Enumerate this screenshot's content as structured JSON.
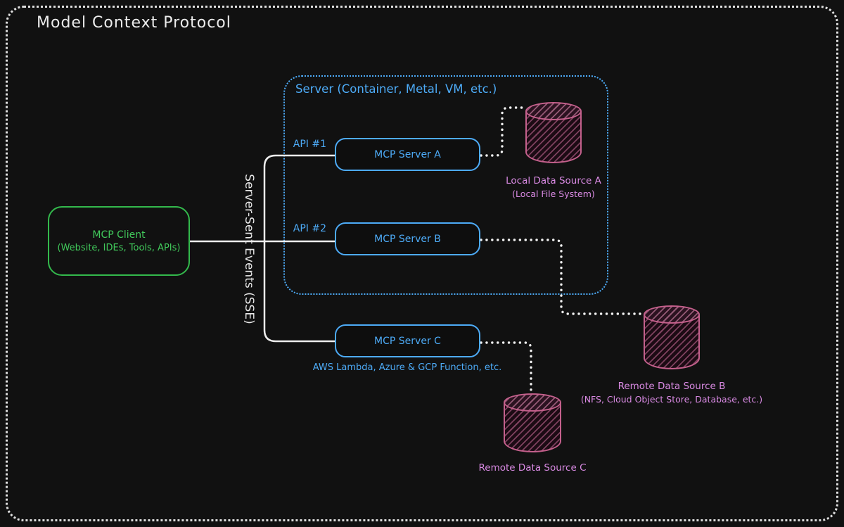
{
  "title": "Model Context Protocol",
  "client": {
    "name": "MCP Client",
    "subtitle": "(Website, IDEs, Tools, APIs)"
  },
  "transport_label": "Server-Sent Events (SSE)",
  "server_container": {
    "title": "Server (Container, Metal, VM, etc.)"
  },
  "api_labels": [
    "API #1",
    "API #2"
  ],
  "servers": [
    {
      "label": "MCP Server A"
    },
    {
      "label": "MCP Server B"
    },
    {
      "label": "MCP Server C",
      "caption": "AWS Lambda, Azure & GCP Function, etc."
    }
  ],
  "data_sources": [
    {
      "name": "Local Data Source A",
      "subtitle": "(Local File System)"
    },
    {
      "name": "Remote Data Source B",
      "subtitle": "(NFS, Cloud Object Store, Database, etc.)"
    },
    {
      "name": "Remote Data Source C",
      "subtitle": ""
    }
  ],
  "colors": {
    "bg": "#111111",
    "ink": "#ececec",
    "blue": "#4dabf7",
    "green": "#41c95b",
    "green-border": "#33b94c",
    "pink": "#d98ae3",
    "rose": "#c4608c"
  }
}
